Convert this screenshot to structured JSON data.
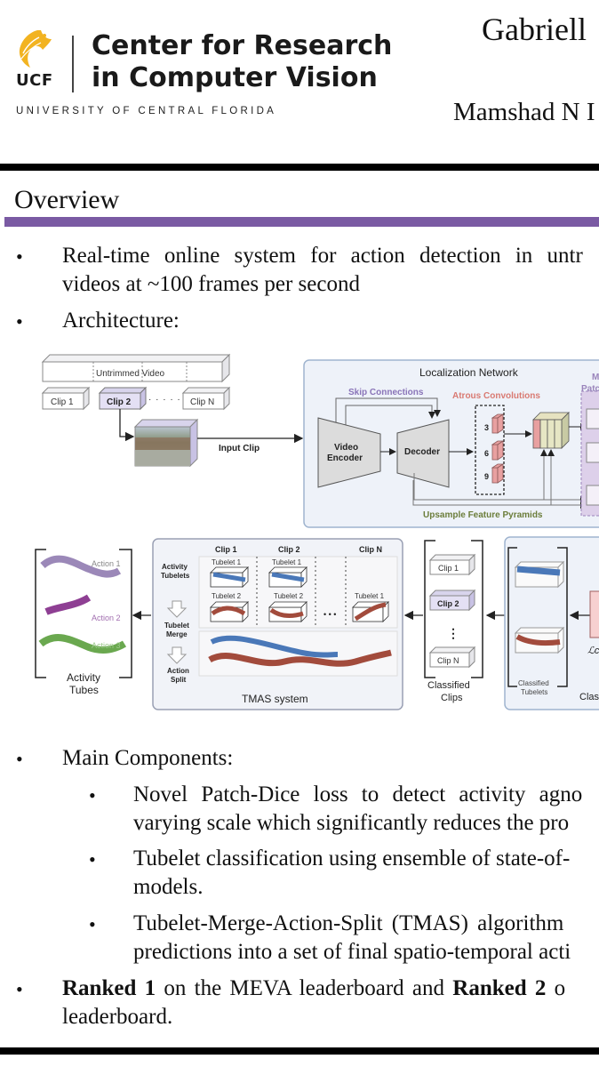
{
  "header": {
    "logo": {
      "icon": "ucf-pegasus-icon",
      "ucf_label": "UCF",
      "center_line1": "Center for Research",
      "center_line2": "in Computer Vision",
      "university": "UNIVERSITY OF CENTRAL FLORIDA",
      "gold": "#f2b321"
    },
    "author_line1": "Gabriell",
    "author_line2": "Mamshad N I"
  },
  "section": {
    "title": "Overview",
    "accent_color": "#7a5aa3"
  },
  "bullets": {
    "b1_line1": "Real-time online system for action detection in untr",
    "b1_line2": "videos at ~100 frames per second",
    "b2": "Architecture:",
    "b3": "Main Components:",
    "sub1_line1": "Novel Patch-Dice loss to detect activity agno",
    "sub1_line2": "varying scale which significantly reduces the pro",
    "sub2_line1": "Tubelet classification using ensemble of state-of-",
    "sub2_line2": "models.",
    "sub3_line1": "Tubelet-Merge-Action-Split (TMAS) algorithm",
    "sub3_line2": "predictions into a set of final spatio-temporal acti",
    "b4_bold1": "Ranked 1",
    "b4_mid": " on the MEVA leaderboard and ",
    "b4_bold2": "Ranked 2",
    "b4_end": " o",
    "b4_line2": "leaderboard.",
    "bullet_char": "•"
  },
  "diagram": {
    "untrimmed_video": "Untrimmed Video",
    "clip1": "Clip 1",
    "clip2": "Clip 2",
    "clipN": "Clip N",
    "dots": "· · · · ·",
    "input_clip": "Input Clip",
    "localization_network": "Localization Network",
    "skip_connections": "Skip Connections",
    "atrous_convolutions": "Atrous Convolutions",
    "video": "Video",
    "encoder": "Encoder",
    "decoder": "Decoder",
    "rate3": "3",
    "rate6": "6",
    "rate9": "9",
    "upsample": "Upsample Feature Pyramids",
    "patch_m": "M",
    "patch": "Patc",
    "action1": "Action 1",
    "action2": "Action 2",
    "action3": "Action 3",
    "activity": "Activity",
    "tubes": "Tubes",
    "activity_tubelets_1": "Activity",
    "activity_tubelets_2": "Tubelets",
    "tubelet_merge_1": "Tubelet",
    "tubelet_merge_2": "Merge",
    "action_split_1": "Action",
    "action_split_2": "Split",
    "tmas_clip1": "Clip 1",
    "tmas_clip2": "Clip 2",
    "tmas_clipN": "Clip N",
    "tubelet1": "Tubelet 1",
    "tubelet2": "Tubelet 2",
    "ellipsis": "• • •",
    "tmas_system": "TMAS system",
    "classified": "Classified",
    "clips": "Clips",
    "vdots": "⋮",
    "classified_tubelets_1": "Classified",
    "classified_tubelets_2": "Tubelets",
    "clas": "Clas",
    "loss_symbol": "ℒc"
  }
}
